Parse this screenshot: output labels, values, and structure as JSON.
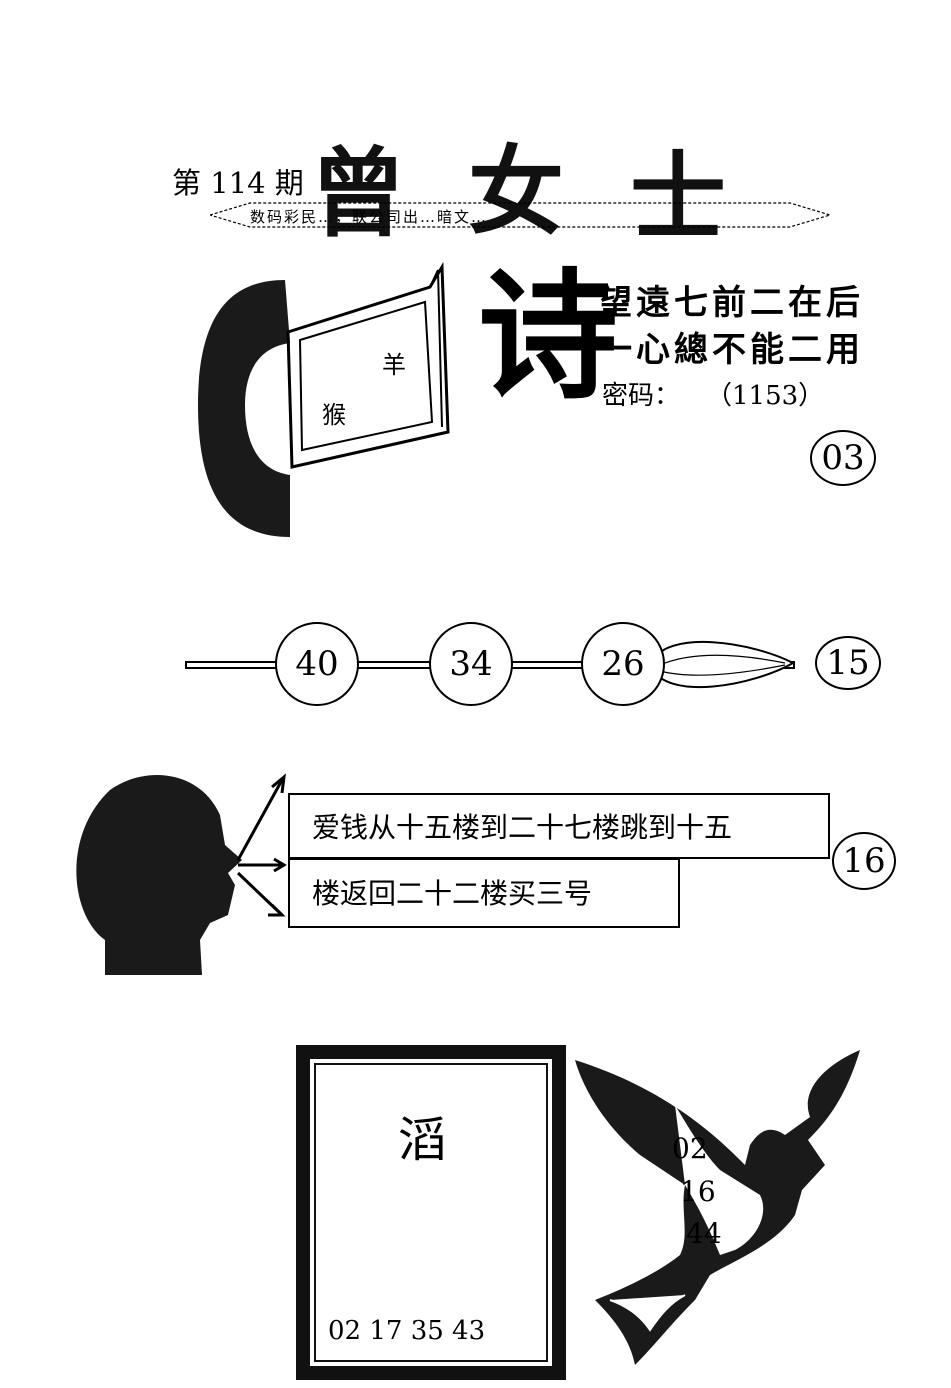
{
  "header": {
    "issue": "第 114 期",
    "title_chars": [
      "曾",
      "女",
      "士"
    ],
    "subtitle": "数码彩民…，联公司出…暗文…"
  },
  "poem": {
    "big_char": "诗",
    "line1": "望遠七前二在后",
    "line2": "一心總不能二用",
    "password_label": "密码：",
    "password_value": "（1153）"
  },
  "book": {
    "char1": "羊",
    "char2": "猴"
  },
  "result_circle_1": "03",
  "skewer": {
    "balls": [
      "40",
      "34",
      "26"
    ],
    "result": "15"
  },
  "speech": {
    "line1": "爱钱从十五楼到二十七楼跳到十五",
    "line2": "楼返回二十二楼买三号",
    "result": "16"
  },
  "square": {
    "char": "滔",
    "numbers": "02 17 35 43"
  },
  "bird": {
    "numbers": [
      "02",
      "16",
      "44"
    ]
  }
}
